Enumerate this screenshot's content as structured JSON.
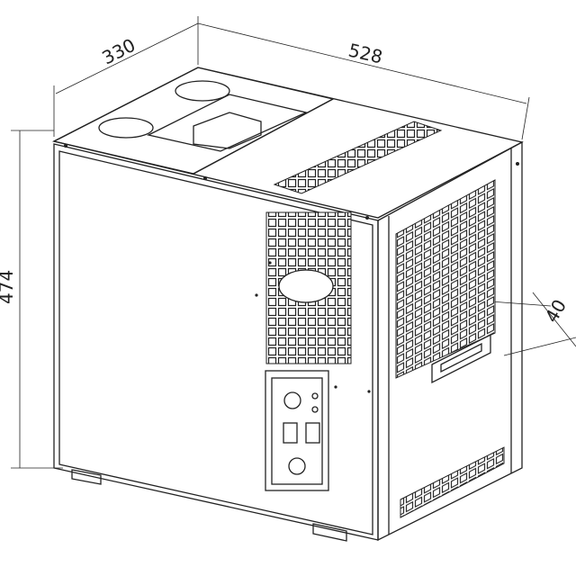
{
  "dimensions": {
    "depth": "330",
    "width": "528",
    "height": "474",
    "handle_offset": "40"
  }
}
